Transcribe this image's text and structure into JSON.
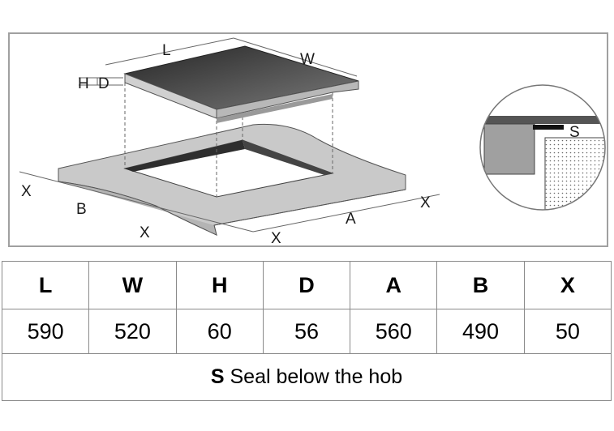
{
  "diagram": {
    "labels": {
      "L": "L",
      "W": "W",
      "H": "H",
      "D": "D",
      "A": "A",
      "B": "B",
      "X": "X",
      "S": "S"
    }
  },
  "spec_table": {
    "headers": [
      "L",
      "W",
      "H",
      "D",
      "A",
      "B",
      "X"
    ],
    "values": [
      "590",
      "520",
      "60",
      "56",
      "560",
      "490",
      "50"
    ],
    "note": {
      "code": "S",
      "text": "Seal below the hob"
    }
  }
}
